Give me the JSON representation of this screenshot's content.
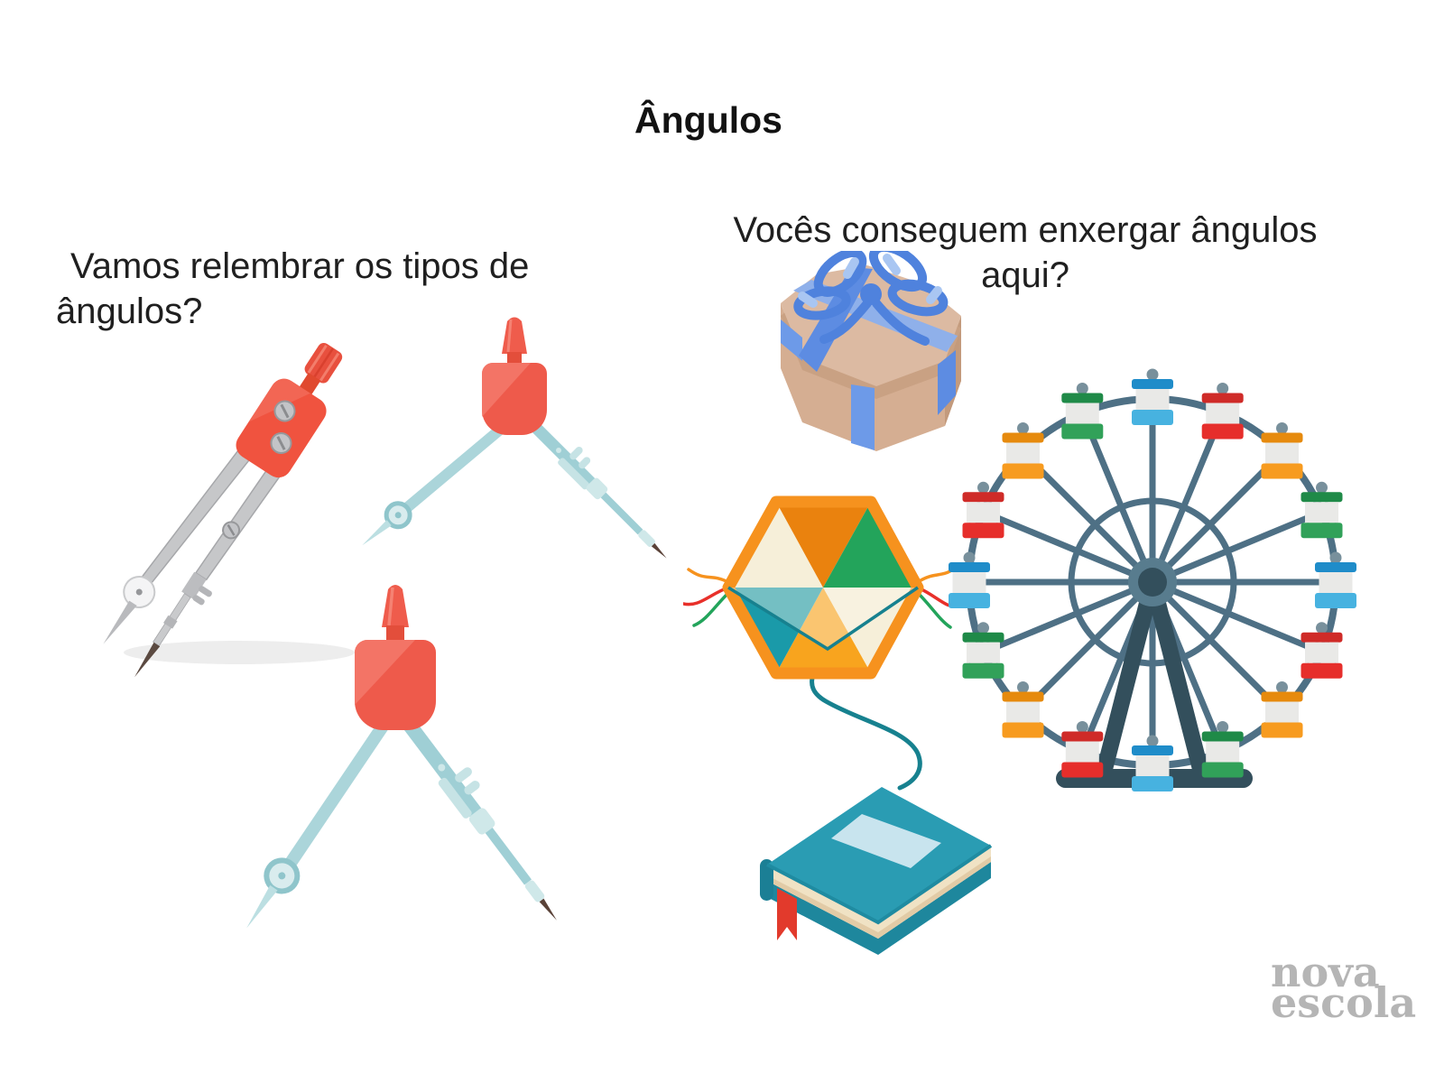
{
  "title": "Ângulos",
  "left_question": {
    "line1": "Vamos relembrar os tipos de",
    "line2": "ângulos?"
  },
  "right_question": {
    "line1": "Vocês conseguem enxergar ângulos",
    "line2": "aqui?"
  },
  "watermark": {
    "line1": "nova",
    "line2": "escola",
    "color": "#b5b5b5"
  },
  "background_color": "#ffffff",
  "text_color": "#1f1f1f",
  "palette": {
    "compass_red": "#ee5a4b",
    "compass_red_light": "#f47e6f",
    "compass_teal_leg": "#a9d4d9",
    "compass_teal_leg_dark": "#9fcfd5",
    "compass_metal_gray": "#c6c7c9",
    "kite_border_orange": "#f6921e",
    "kite_dark_orange": "#ea820e",
    "kite_green": "#23a45b",
    "kite_teal": "#1a9aa9",
    "kite_amber": "#f8a41e",
    "kite_cream": "#f6efd9",
    "kite_string_teal": "#17818f",
    "gift_tan": "#dcbaa2",
    "gift_tan_dark": "#c9a183",
    "gift_ribbon_blue": "#4f82dd",
    "gift_ribbon_light": "#8fb0ea",
    "book_teal": "#2a9cb3",
    "book_teal_dark": "#1b7f95",
    "book_pages_cream": "#f0e2c4",
    "bookmark_red": "#e23a2c"
  },
  "illustrations": {
    "metal_compass": "drawing compass, metal with red head, tilted, nearly closed",
    "flat_compass_small": "flat teal compass with salmon head, wide open",
    "flat_compass_large": "flat teal compass with salmon head, large",
    "gift_box": "hexagonal tan gift box with blue ribbon and bow",
    "kite": "hexagonal kite with colored triangles and string",
    "book": "teal closed book with red bookmark",
    "ferris_wheel": {
      "structure_color": "#4e7085",
      "support_color": "#334f5c",
      "hub_outer_color": "#587c8e",
      "hanger_color": "#9aacb5",
      "knob_color": "#78909c",
      "cabin_body_color": "#e9e9e7",
      "cabin_palette": {
        "lightblue": {
          "roof": "#1f8cc9",
          "tub": "#47b2e0"
        },
        "red": {
          "roof": "#cf2b28",
          "tub": "#e62e2b"
        },
        "orange": {
          "roof": "#e68a0d",
          "tub": "#f79b1f"
        },
        "green": {
          "roof": "#1f8a48",
          "tub": "#31a159"
        }
      },
      "cabins_clockwise_from_top": [
        "lightblue",
        "red",
        "orange",
        "green",
        "lightblue",
        "red",
        "orange",
        "green",
        "lightblue",
        "red",
        "orange",
        "green",
        "lightblue",
        "red",
        "orange",
        "green"
      ]
    }
  }
}
